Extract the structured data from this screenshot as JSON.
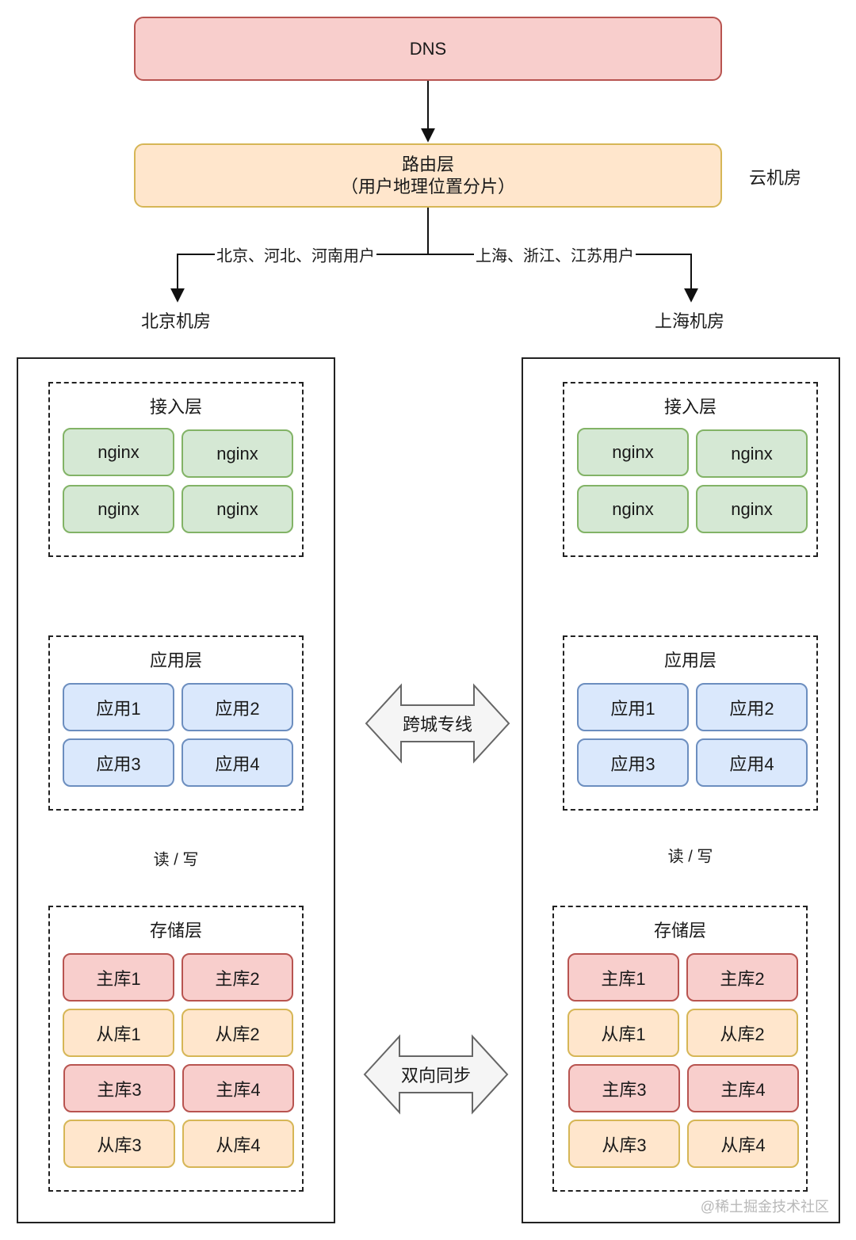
{
  "dns": {
    "label": "DNS"
  },
  "router": {
    "title": "路由层",
    "subtitle": "（用户地理位置分片）"
  },
  "cloud_label": "云机房",
  "edges": {
    "to_beijing": "北京、河北、河南用户",
    "to_shanghai": "上海、浙江、江苏用户"
  },
  "rooms": [
    {
      "name": "北京机房",
      "access": {
        "title": "接入层",
        "items": [
          "nginx",
          "nginx",
          "nginx",
          "nginx"
        ]
      },
      "app": {
        "title": "应用层",
        "items": [
          "应用1",
          "应用2",
          "应用3",
          "应用4"
        ]
      },
      "rw_label": "读 / 写",
      "storage": {
        "title": "存储层",
        "items": [
          "主库1",
          "主库2",
          "从库1",
          "从库2",
          "主库3",
          "主库4",
          "从库3",
          "从库4"
        ]
      }
    },
    {
      "name": "上海机房",
      "access": {
        "title": "接入层",
        "items": [
          "nginx",
          "nginx",
          "nginx",
          "nginx"
        ]
      },
      "app": {
        "title": "应用层",
        "items": [
          "应用1",
          "应用2",
          "应用3",
          "应用4"
        ]
      },
      "rw_label": "读 / 写",
      "storage": {
        "title": "存储层",
        "items": [
          "主库1",
          "主库2",
          "从库1",
          "从库2",
          "主库3",
          "主库4",
          "从库3",
          "从库4"
        ]
      }
    }
  ],
  "links": {
    "dedicated_line": "跨城专线",
    "bidirectional_sync": "双向同步"
  },
  "watermark": "@稀土掘金技术社区",
  "colors": {
    "access_fill": "#d5e8d4",
    "access_stroke": "#82b366",
    "app_fill": "#dae8fc",
    "app_stroke": "#6c8ebf",
    "master_fill": "#f8cecc",
    "master_stroke": "#b85450",
    "slave_fill": "#ffe6cc",
    "slave_stroke": "#d6b656"
  }
}
